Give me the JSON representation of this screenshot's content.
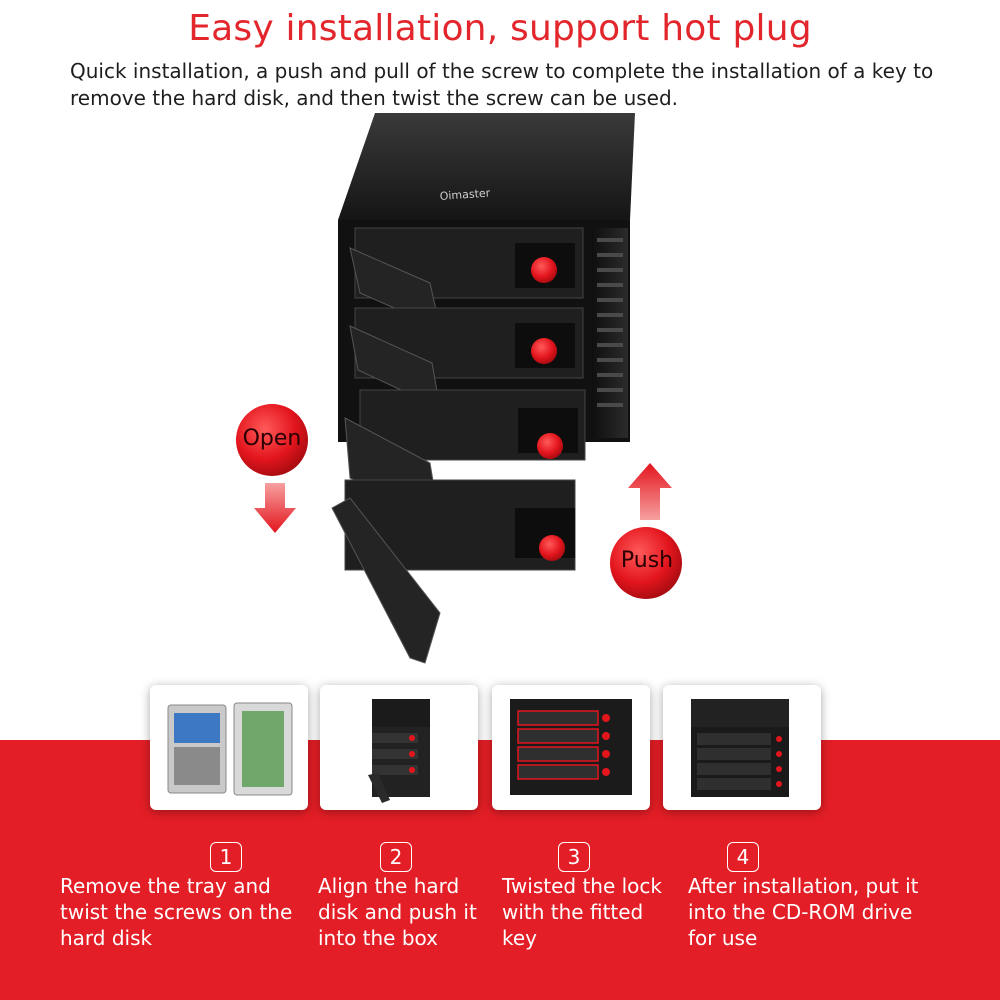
{
  "header": {
    "title": "Easy installation, support hot plug",
    "subtitle": "Quick installation, a push and pull of the screw to complete the installation of a key to remove the hard disk, and then twist the screw can be used."
  },
  "product": {
    "brand_label": "Oimaster",
    "open_label": "Open",
    "push_label": "Push"
  },
  "steps": [
    {
      "number": "1",
      "text": "Remove the tray and\ntwist the screws on the\nhard disk"
    },
    {
      "number": "2",
      "text": "Align the hard\ndisk and push it\ninto the box"
    },
    {
      "number": "3",
      "text": "Twisted the lock\nwith the fitted\nkey"
    },
    {
      "number": "4",
      "text": "After installation, put it\ninto the CD-ROM drive\nfor use"
    }
  ],
  "colors": {
    "accent_red": "#e41e26",
    "title_red": "#e3262c",
    "enclosure_black": "#1b1b1b"
  }
}
